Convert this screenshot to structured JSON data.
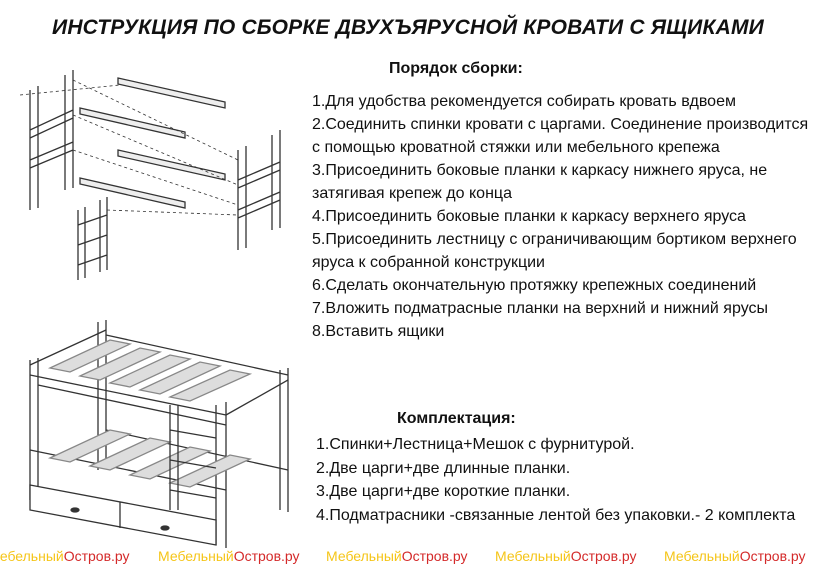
{
  "title": "ИНСТРУКЦИЯ ПО СБОРКЕ ДВУХЪЯРУСНОЙ КРОВАТИ С ЯЩИКАМИ",
  "assembly": {
    "heading": "Порядок сборки:",
    "steps": [
      "1.Для удобства рекомендуется собирать кровать вдвоем",
      "2.Соединить спинки кровати с царгами. Соединение производится с помощью кроватной стяжки или мебельного крепежа",
      "3.Присоединить боковые планки к каркасу нижнего яруса, не затягивая крепеж до конца",
      "4.Присоединить боковые планки к каркасу верхнего яруса",
      "5.Присоединить лестницу с ограничивающим бортиком верхнего яруса к собранной конструкции",
      "6.Сделать окончательную протяжку крепежных соединений",
      "7.Вложить подматрасные планки на верхний и нижний ярусы",
      "8.Вставить ящики"
    ]
  },
  "kit": {
    "heading": "Комплектация:",
    "items": [
      "1.Спинки+Лестница+Мешок с фурнитурой.",
      "2.Две царги+две длинные планки.",
      "3.Две царги+две короткие планки.",
      "4.Подматрасники -связанные лентой без упаковки.- 2 комплекта"
    ]
  },
  "watermark": {
    "part1": "Мебельный",
    "part2": "Остров.ру"
  }
}
